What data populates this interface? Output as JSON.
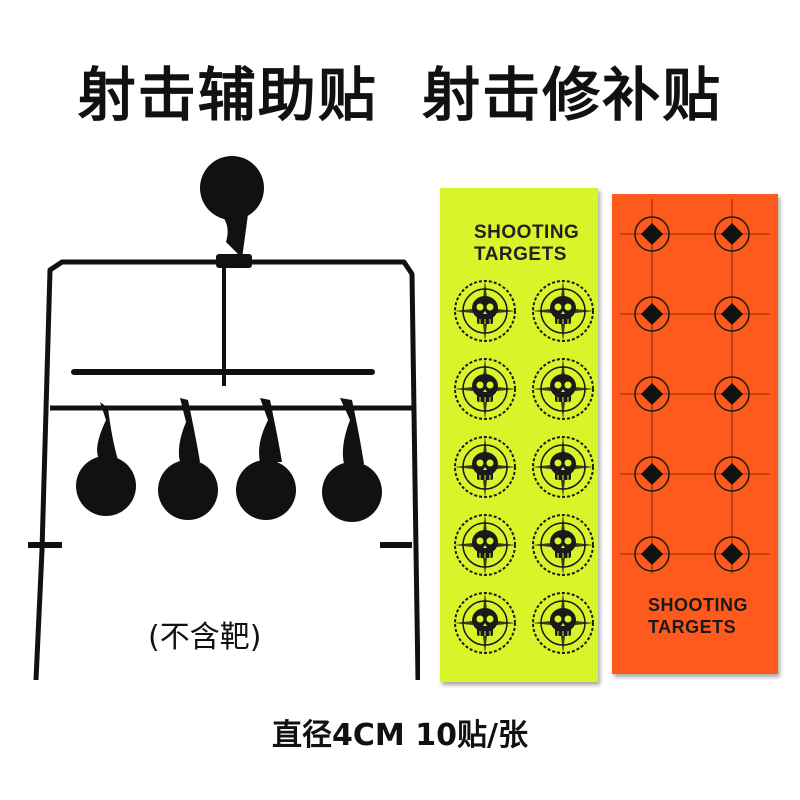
{
  "headline": "射击辅助贴  射击修补贴",
  "rack_note": "(不含靶)",
  "size_caption": "直径4CM  10贴/张",
  "yellow_sheet": {
    "title": "SHOOTING\nTARGETS",
    "sticker_count": 10,
    "sticker_icon": "skull-crosshair-icon",
    "color": "#d9f52a"
  },
  "orange_sheet": {
    "title": "SHOOTING\nTARGETS",
    "target_count": 10,
    "target_icon": "diamond-crosshair-icon",
    "color": "#ff5a1e"
  }
}
